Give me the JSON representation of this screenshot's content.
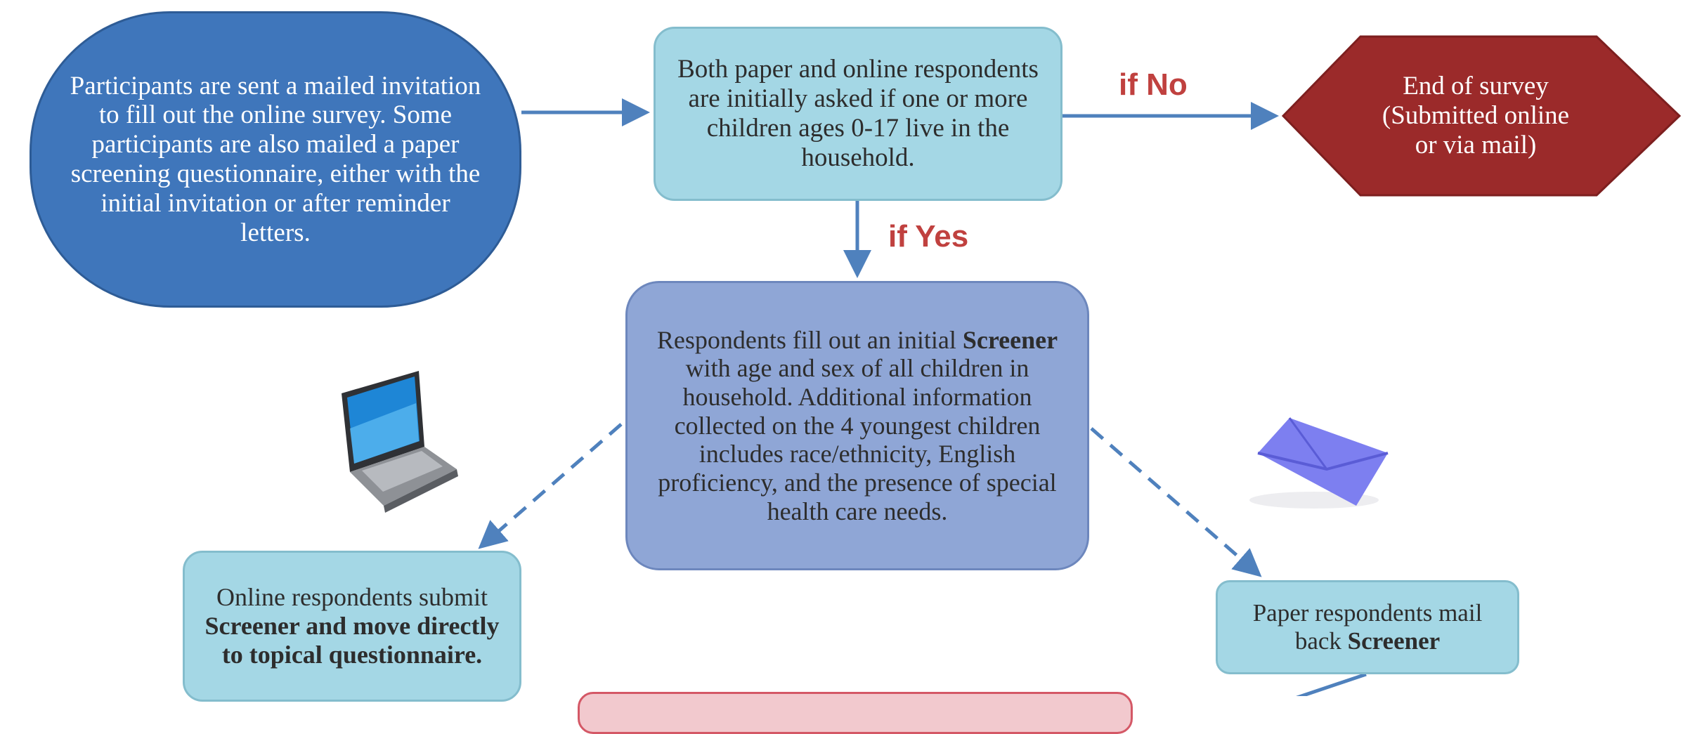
{
  "start": {
    "text": "Participants are sent a mailed invitation to fill out the online survey. Some participants are also mailed a paper screening questionnaire, either with the initial invitation or after reminder letters."
  },
  "ask": {
    "text": "Both paper and online respondents are initially asked if one or more children ages 0-17 live in the household."
  },
  "end": {
    "line1": "End of survey",
    "line2": "(Submitted online",
    "line3": "or via mail)"
  },
  "labels": {
    "no": "if No",
    "yes": "if Yes"
  },
  "screener": {
    "pre": "Respondents fill out an initial",
    "bold": "Screener",
    "post": "with age and sex of all children in household. Additional information collected on the 4 youngest children includes race/ethnicity, English proficiency, and the presence of special health care needs."
  },
  "online": {
    "pre": "Online respondents submit",
    "bold": "Screener and move directly to topical questionnaire."
  },
  "paper": {
    "pre": "Paper respondents mail back",
    "bold": "Screener"
  },
  "colors": {
    "start_fill": "#3f76bb",
    "box_fill": "#a4d7e5",
    "screener_fill": "#8fa6d6",
    "end_fill": "#9b2a2a",
    "label_color": "#c0413f",
    "arrow_color": "#4f81bd"
  },
  "icons": {
    "laptop": "laptop-icon",
    "envelope": "envelope-icon"
  }
}
